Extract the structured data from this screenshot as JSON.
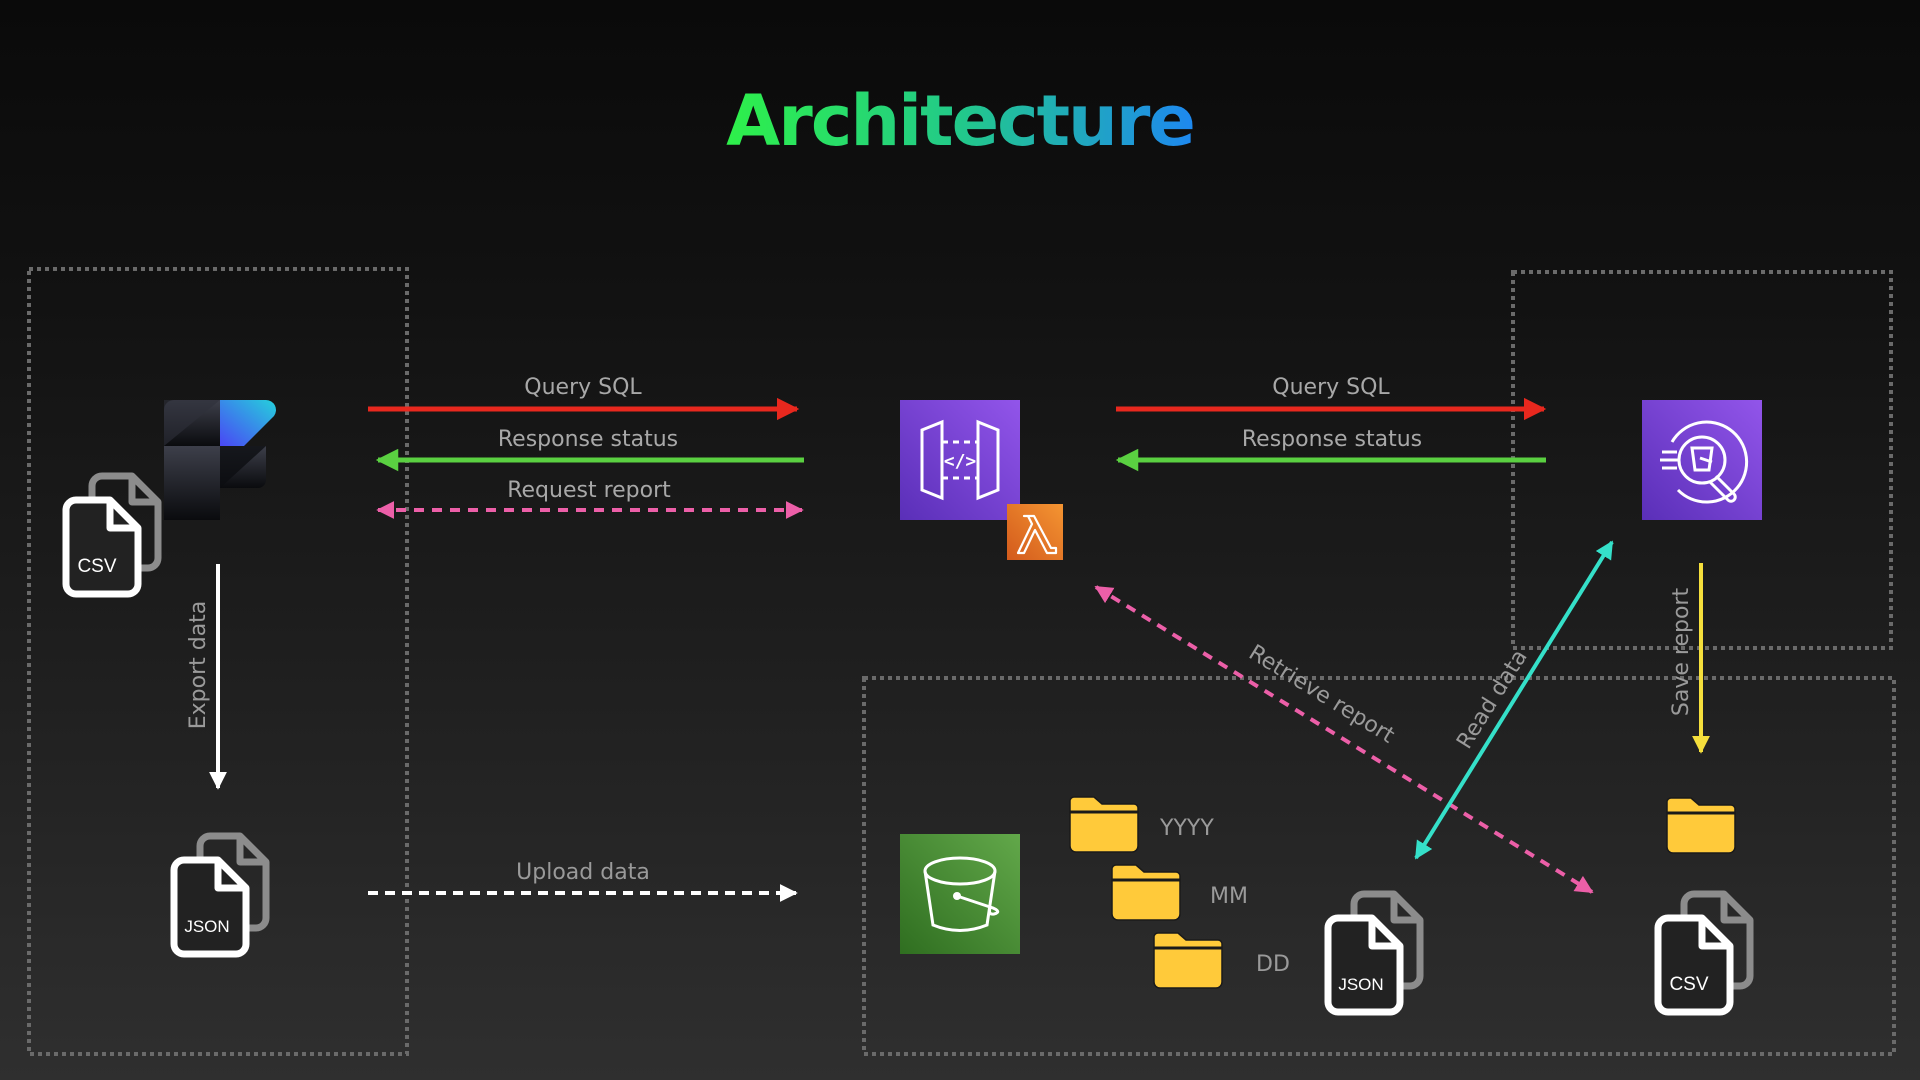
{
  "title": "Architecture",
  "colors": {
    "query": "#e8281e",
    "response": "#5ad041",
    "report": "#ec5fa8",
    "read": "#35e0c9",
    "save": "#f5df3c",
    "upload": "#ffffff",
    "export": "#ffffff",
    "folder": "#ffca3a",
    "aws_purple": "#7b4ee0",
    "aws_orange": "#e9761f",
    "aws_green": "#3f8f2c"
  },
  "groups": [
    {
      "name": "source-group",
      "label": ""
    },
    {
      "name": "athena-group",
      "label": ""
    },
    {
      "name": "s3-group",
      "label": ""
    }
  ],
  "nodes": {
    "source_app": {
      "icon": "app-logo-icon"
    },
    "source_csv": {
      "icon": "csv-files-icon",
      "badge": "CSV"
    },
    "export_json": {
      "icon": "json-files-icon",
      "badge": "JSON"
    },
    "api_gateway": {
      "icon": "api-gateway-icon"
    },
    "lambda": {
      "icon": "lambda-icon",
      "glyph": "λ"
    },
    "athena": {
      "icon": "athena-icon"
    },
    "s3_bucket": {
      "icon": "s3-bucket-icon"
    },
    "folders": [
      {
        "label": "YYYY"
      },
      {
        "label": "MM"
      },
      {
        "label": "DD"
      }
    ],
    "s3_json": {
      "icon": "json-files-icon",
      "badge": "JSON"
    },
    "report_folder": {
      "icon": "folder-icon"
    },
    "report_csv": {
      "icon": "csv-files-icon",
      "badge": "CSV"
    }
  },
  "edges": {
    "query_sql_1": "Query SQL",
    "response_status_1": "Response status",
    "request_report": "Request report",
    "query_sql_2": "Query SQL",
    "response_status_2": "Response status",
    "export_data": "Export data",
    "upload_data": "Upload data",
    "retrieve_report": "Retrieve report",
    "read_data": "Read data",
    "save_report": "Save report"
  }
}
